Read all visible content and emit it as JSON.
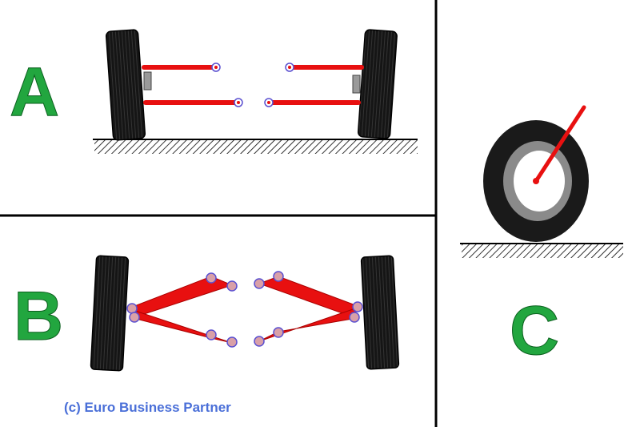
{
  "panels": {
    "a": {
      "letter": "A"
    },
    "b": {
      "letter": "B"
    },
    "c": {
      "letter": "C"
    }
  },
  "copyright": "(c) Euro Business Partner",
  "colors": {
    "arm_red": "#e81010",
    "tire_black": "#111111",
    "rim_grey": "#8a8a8a",
    "letter_green": "#22a63f",
    "copyright_blue": "#4a6fd8",
    "divider": "#000000"
  }
}
